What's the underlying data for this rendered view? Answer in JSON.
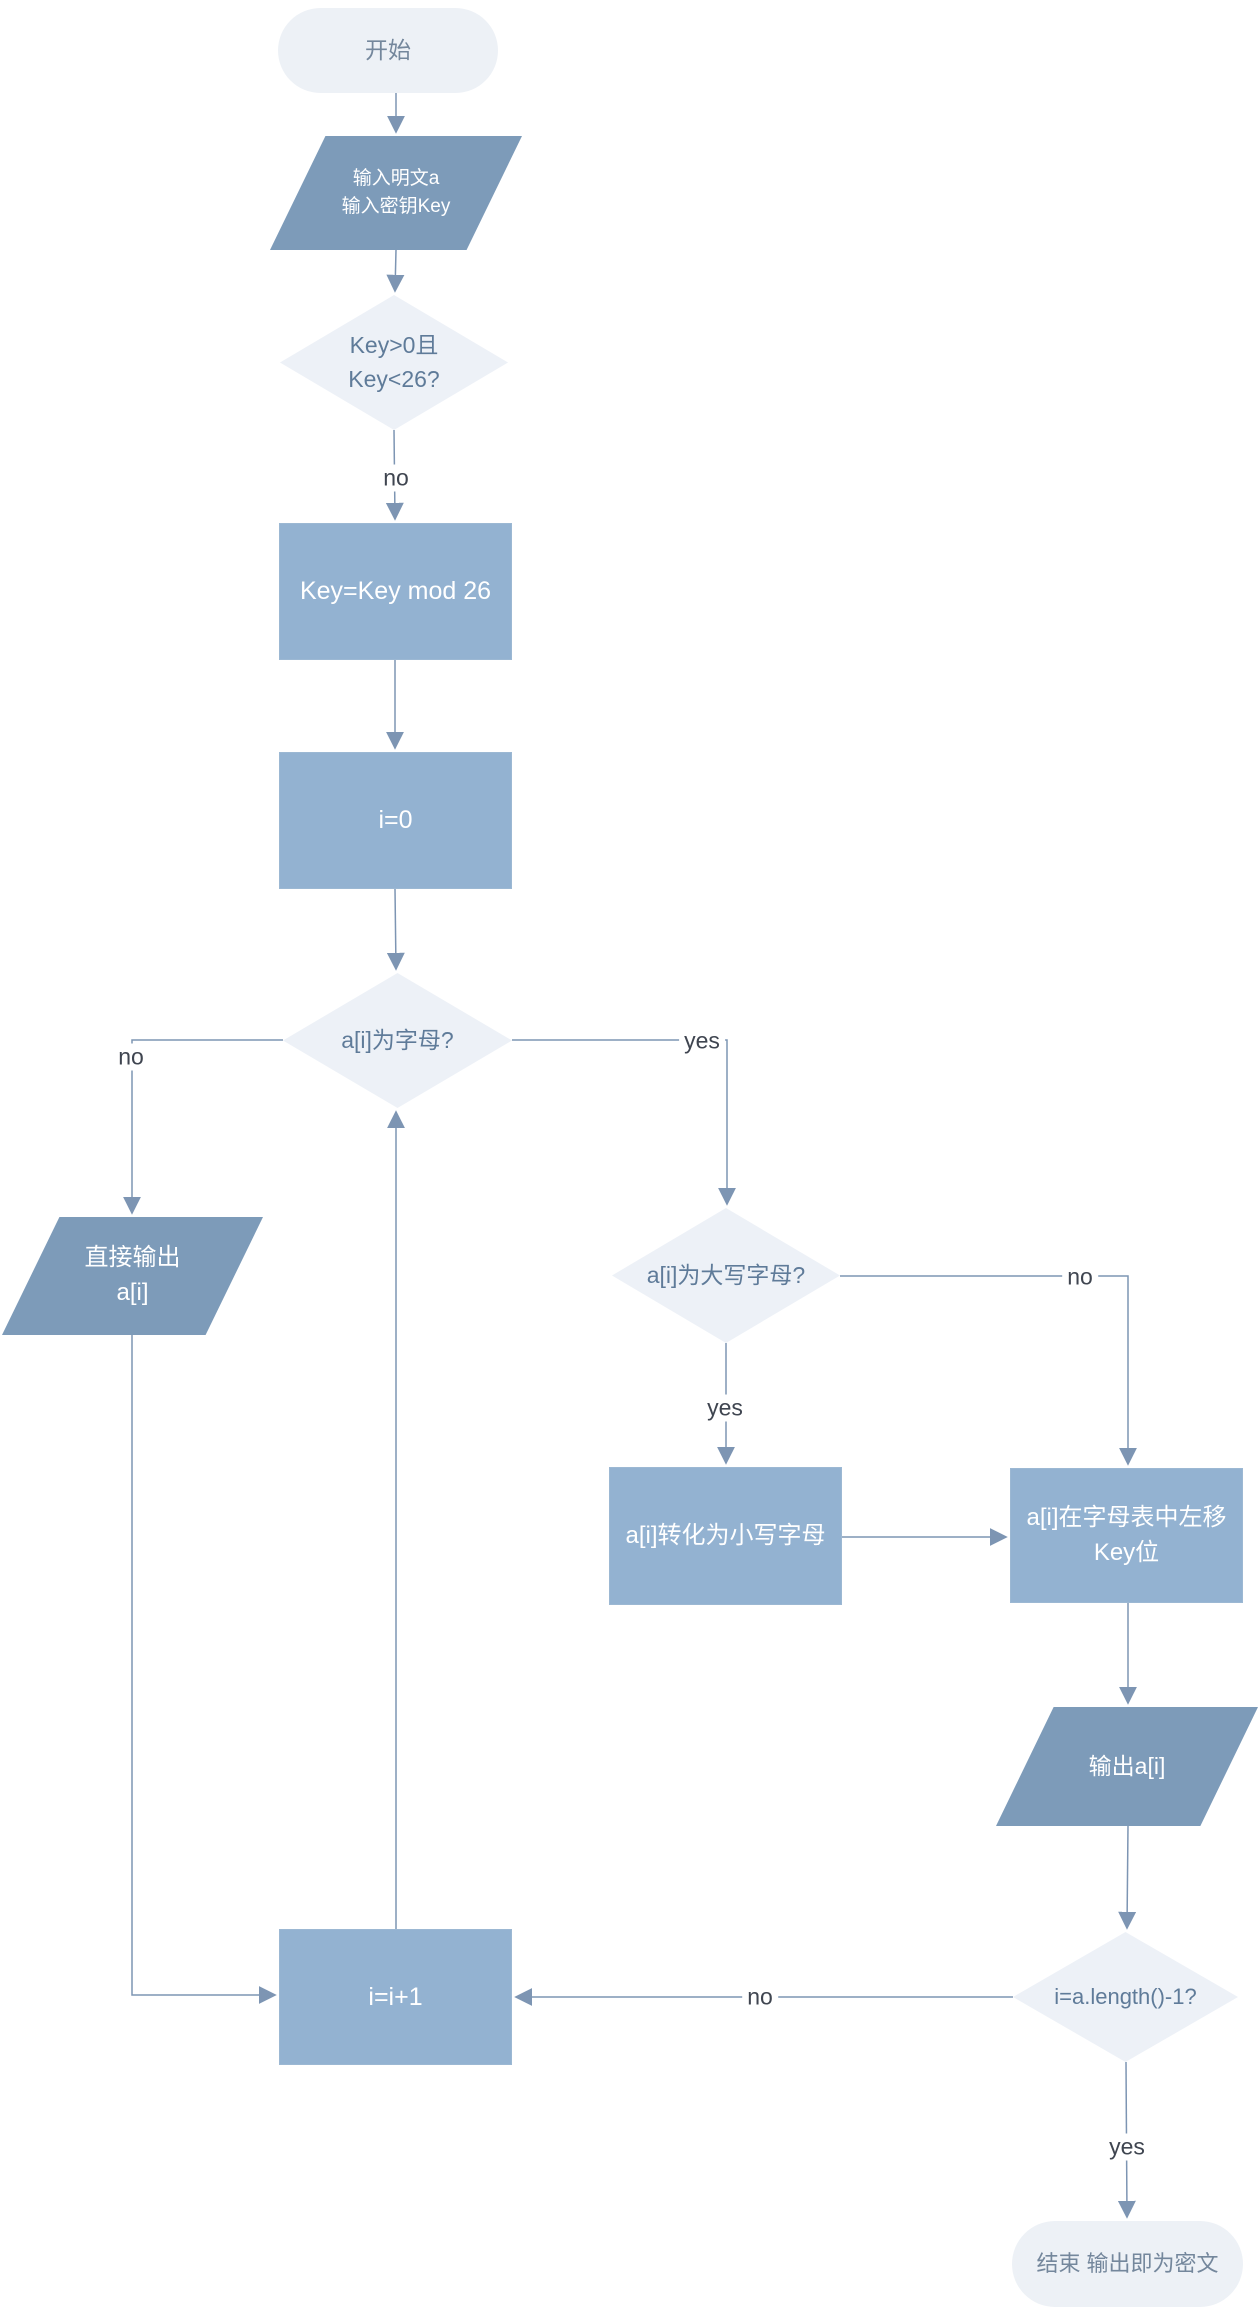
{
  "diagram": {
    "colors": {
      "process_fill": "#93b2d1",
      "io_fill": "#7d9bb9",
      "decision_fill": "#edf1f7",
      "terminal_fill": "#edf1f6",
      "connector": "#7d95b3",
      "decision_text": "#5f7b99",
      "terminal_text": "#74879c",
      "process_text": "#ffffff",
      "edge_label_text": "#3f4550"
    },
    "nodes": {
      "start": {
        "label": "开始"
      },
      "input": {
        "line1": "输入明文a",
        "line2": "输入密钥Key"
      },
      "key_check": {
        "line1": "Key>0且",
        "line2": "Key<26?"
      },
      "key_mod": {
        "label": "Key=Key mod 26"
      },
      "i_init": {
        "label": "i=0"
      },
      "is_letter": {
        "label": "a[i]为字母?"
      },
      "direct_output": {
        "line1": "直接输出",
        "line2": "a[i]"
      },
      "is_upper": {
        "label": "a[i]为大写字母?"
      },
      "to_lower": {
        "label": "a[i]转化为小写字母"
      },
      "shift": {
        "line1": "a[i]在字母表中左移",
        "line2": "Key位"
      },
      "output": {
        "label": "输出a[i]"
      },
      "increment": {
        "label": "i=i+1"
      },
      "loop_check": {
        "label": "i=a.length()-1?"
      },
      "end": {
        "label": "结束 输出即为密文"
      }
    },
    "edge_labels": {
      "key_check_no": "no",
      "is_letter_no": "no",
      "is_letter_yes": "yes",
      "is_upper_no": "no",
      "is_upper_yes": "yes",
      "loop_check_no": "no",
      "loop_check_yes": "yes"
    }
  }
}
